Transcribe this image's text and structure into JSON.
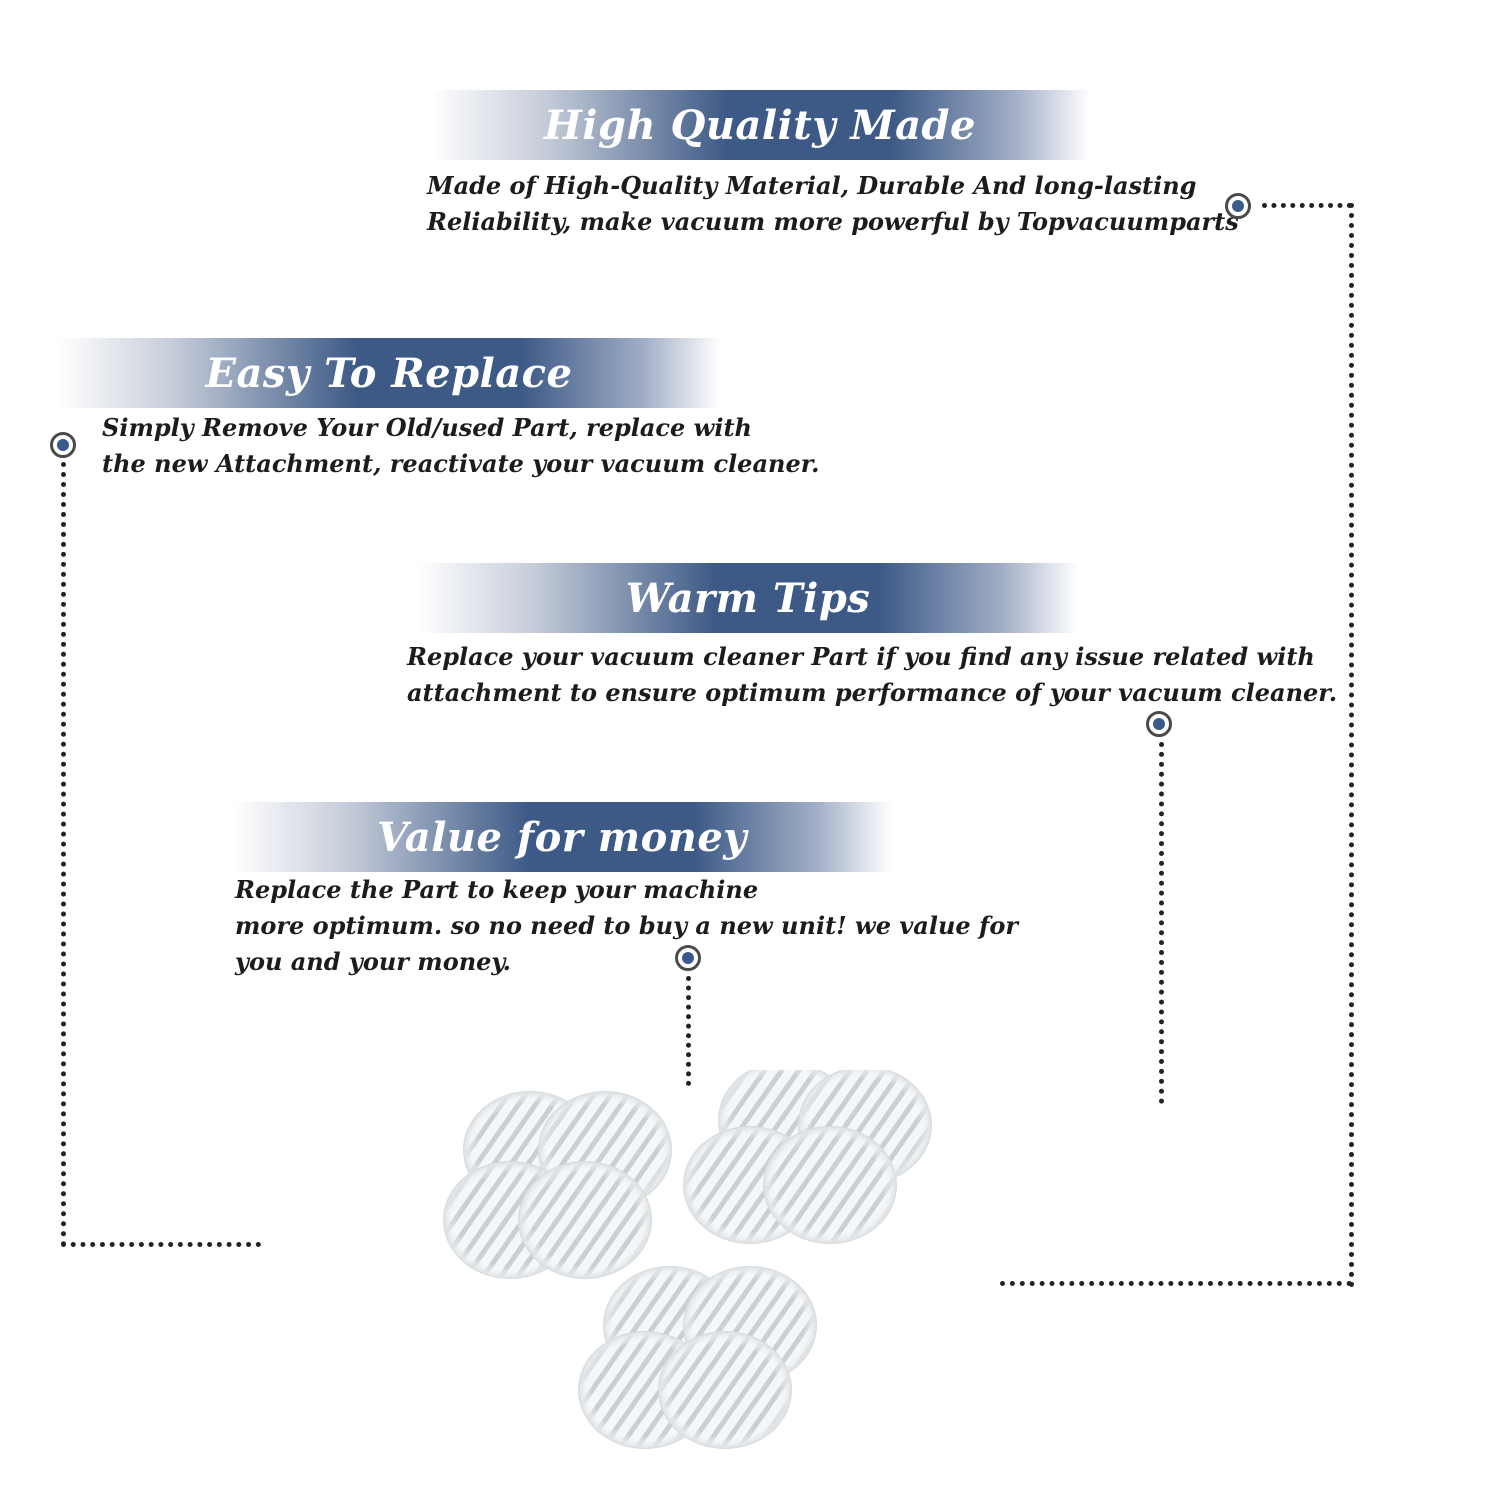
{
  "features": [
    {
      "title": "High Quality Made",
      "lines": [
        "Made of  High-Quality Material, Durable And long-lasting",
        "Reliability, make vacuum more powerful by Topvacuumparts"
      ]
    },
    {
      "title": "Easy To Replace",
      "lines": [
        "Simply Remove Your Old/used Part, replace with",
        "the new Attachment, reactivate your vacuum cleaner."
      ]
    },
    {
      "title": "Warm Tips",
      "lines": [
        "Replace your vacuum cleaner Part if you find any issue related with",
        " attachment to ensure optimum performance of your vacuum cleaner."
      ]
    },
    {
      "title": "Value for money",
      "lines": [
        "Replace the Part to keep your machine",
        "more optimum. so no need to buy a new unit! we value for",
        "you and your money."
      ]
    }
  ],
  "colors": {
    "banner": "#3d5a86",
    "marker_dot": "#3a5a8c",
    "text": "#1c1c1c"
  },
  "product": {
    "pad_icon": "mop-pad-icon",
    "pad_count": 12
  }
}
